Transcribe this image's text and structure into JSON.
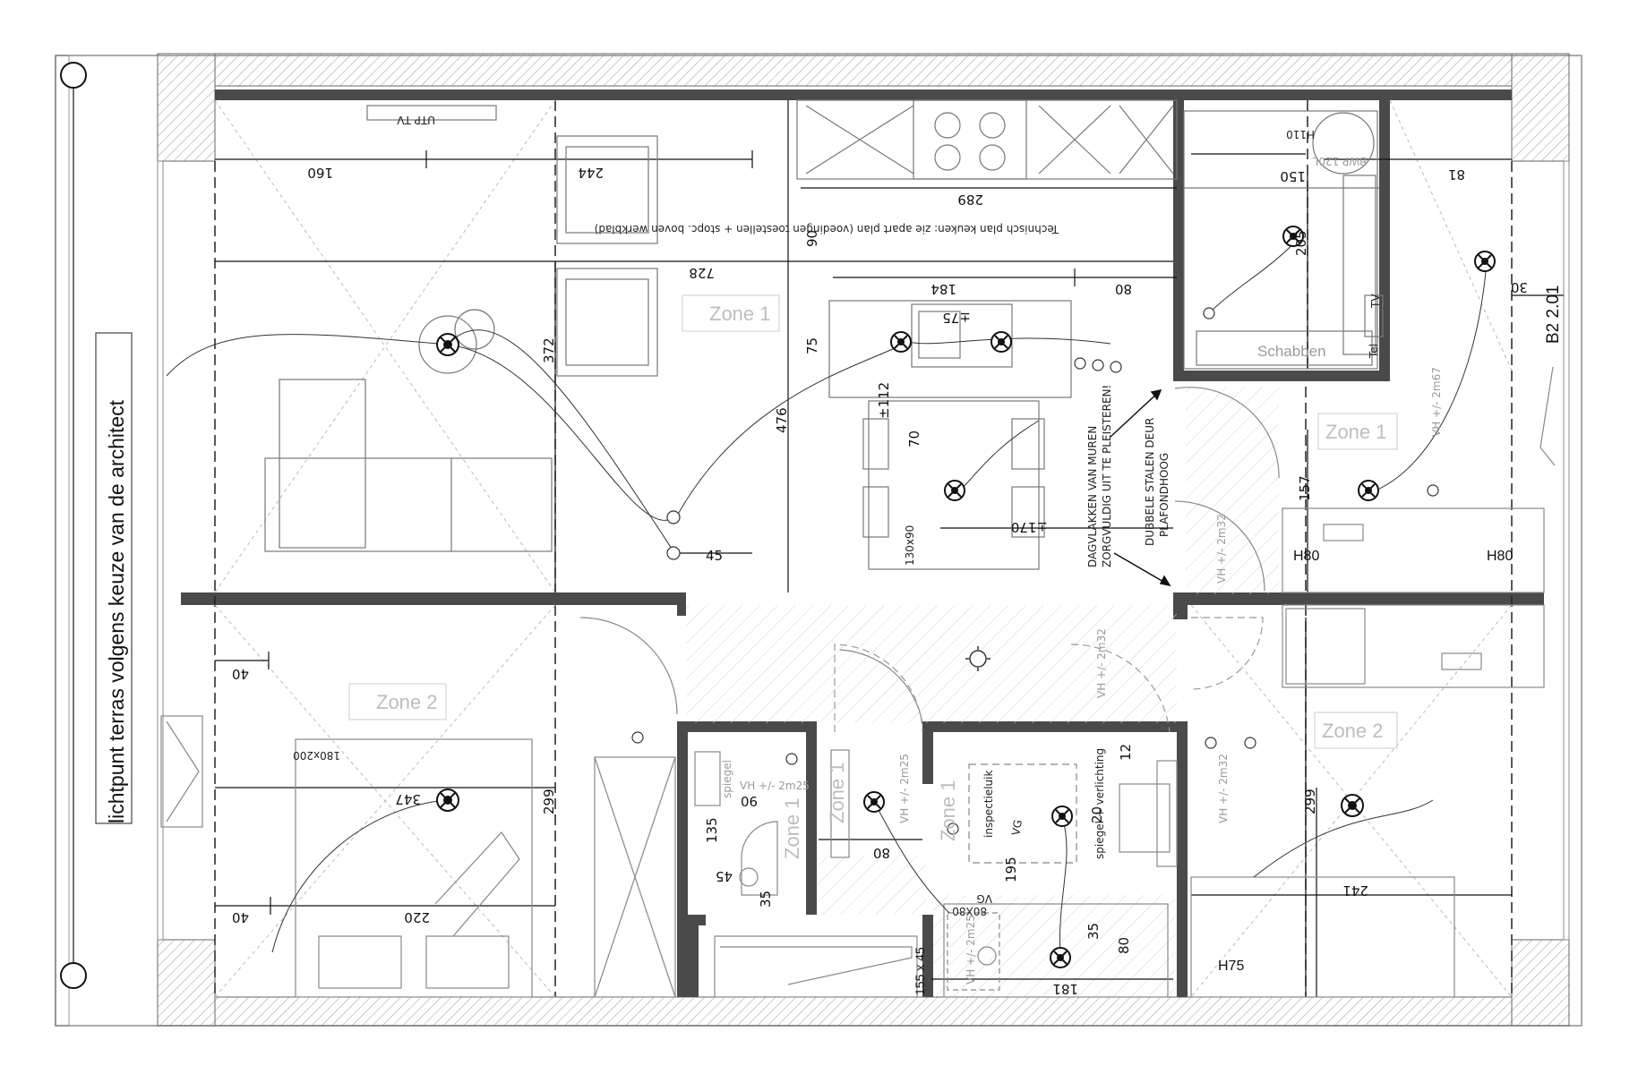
{
  "plan": {
    "terrace_note": "lichtpunt terras volgens keuze van de architect",
    "plan_code": "B2 2.01",
    "kitchen_note": "Technisch plan keuken: zie apart plan (voedingen toestellen + stopc. boven werkblad)",
    "wall_note_1": "DAGVLAKKEN VAN MUREN",
    "wall_note_2": "ZORGVULDIG UIT TE PLEISTEREN!",
    "door_note_1": "DUBBELE STALEN DEUR",
    "door_note_2": "PLAFONDHOOG",
    "bed_label": "180x200",
    "table_label": "130x90",
    "tub_label": "155 x 45",
    "shower_label": "80X80",
    "boiler_label": "BWP 120L",
    "schabben": "Schabben",
    "tel": "Tel",
    "tv": "TV",
    "utp": "UTP TV",
    "h110": "H110",
    "h80a": "H80",
    "h80b": "H80",
    "h75": "H75",
    "vg1": "VG",
    "vg2": "VG",
    "inspectieluik": "inspectieluik",
    "spiegel": "spiegel",
    "spiegel_verlichting": "spiegel + verlichting"
  },
  "zones": {
    "living": "Zone 1",
    "bed_left": "Zone 2",
    "right_top": "Zone 1",
    "right_bottom": "Zone 2",
    "wc": "Zone 1",
    "bath": "Zone 1",
    "bath2": "Zone 1"
  },
  "vh": {
    "a": "VH +/- 2m67",
    "b": "VH +/- 2m32",
    "c": "VH +/- 2m32",
    "d": "VH +/- 2m32",
    "e": "VH +/- 2m25",
    "f": "VH +/- 2m25",
    "g": "VH +/- 2m25"
  },
  "dims": {
    "d160": "160",
    "d244": "244",
    "d728": "728",
    "d372": "372",
    "d476": "476",
    "d289": "289",
    "d184": "184",
    "d80a": "80",
    "d90": "90",
    "d75": "75",
    "d112": "±112",
    "d70": "70",
    "d170": "±170",
    "d75b": "±75",
    "d45": "45",
    "d40a": "40",
    "d40b": "40",
    "d347": "347",
    "d299a": "299",
    "d220": "220",
    "d150": "150",
    "d205": "205",
    "d81": "81",
    "d30": "30",
    "d157": "157",
    "d299b": "299",
    "d241": "241",
    "d135": "135",
    "d90b": "90",
    "d45b": "45",
    "d35a": "35",
    "d80b": "80",
    "d195": "195",
    "d20": "20",
    "d12": "12",
    "d35b": "35",
    "d80c": "80",
    "d181": "181"
  }
}
